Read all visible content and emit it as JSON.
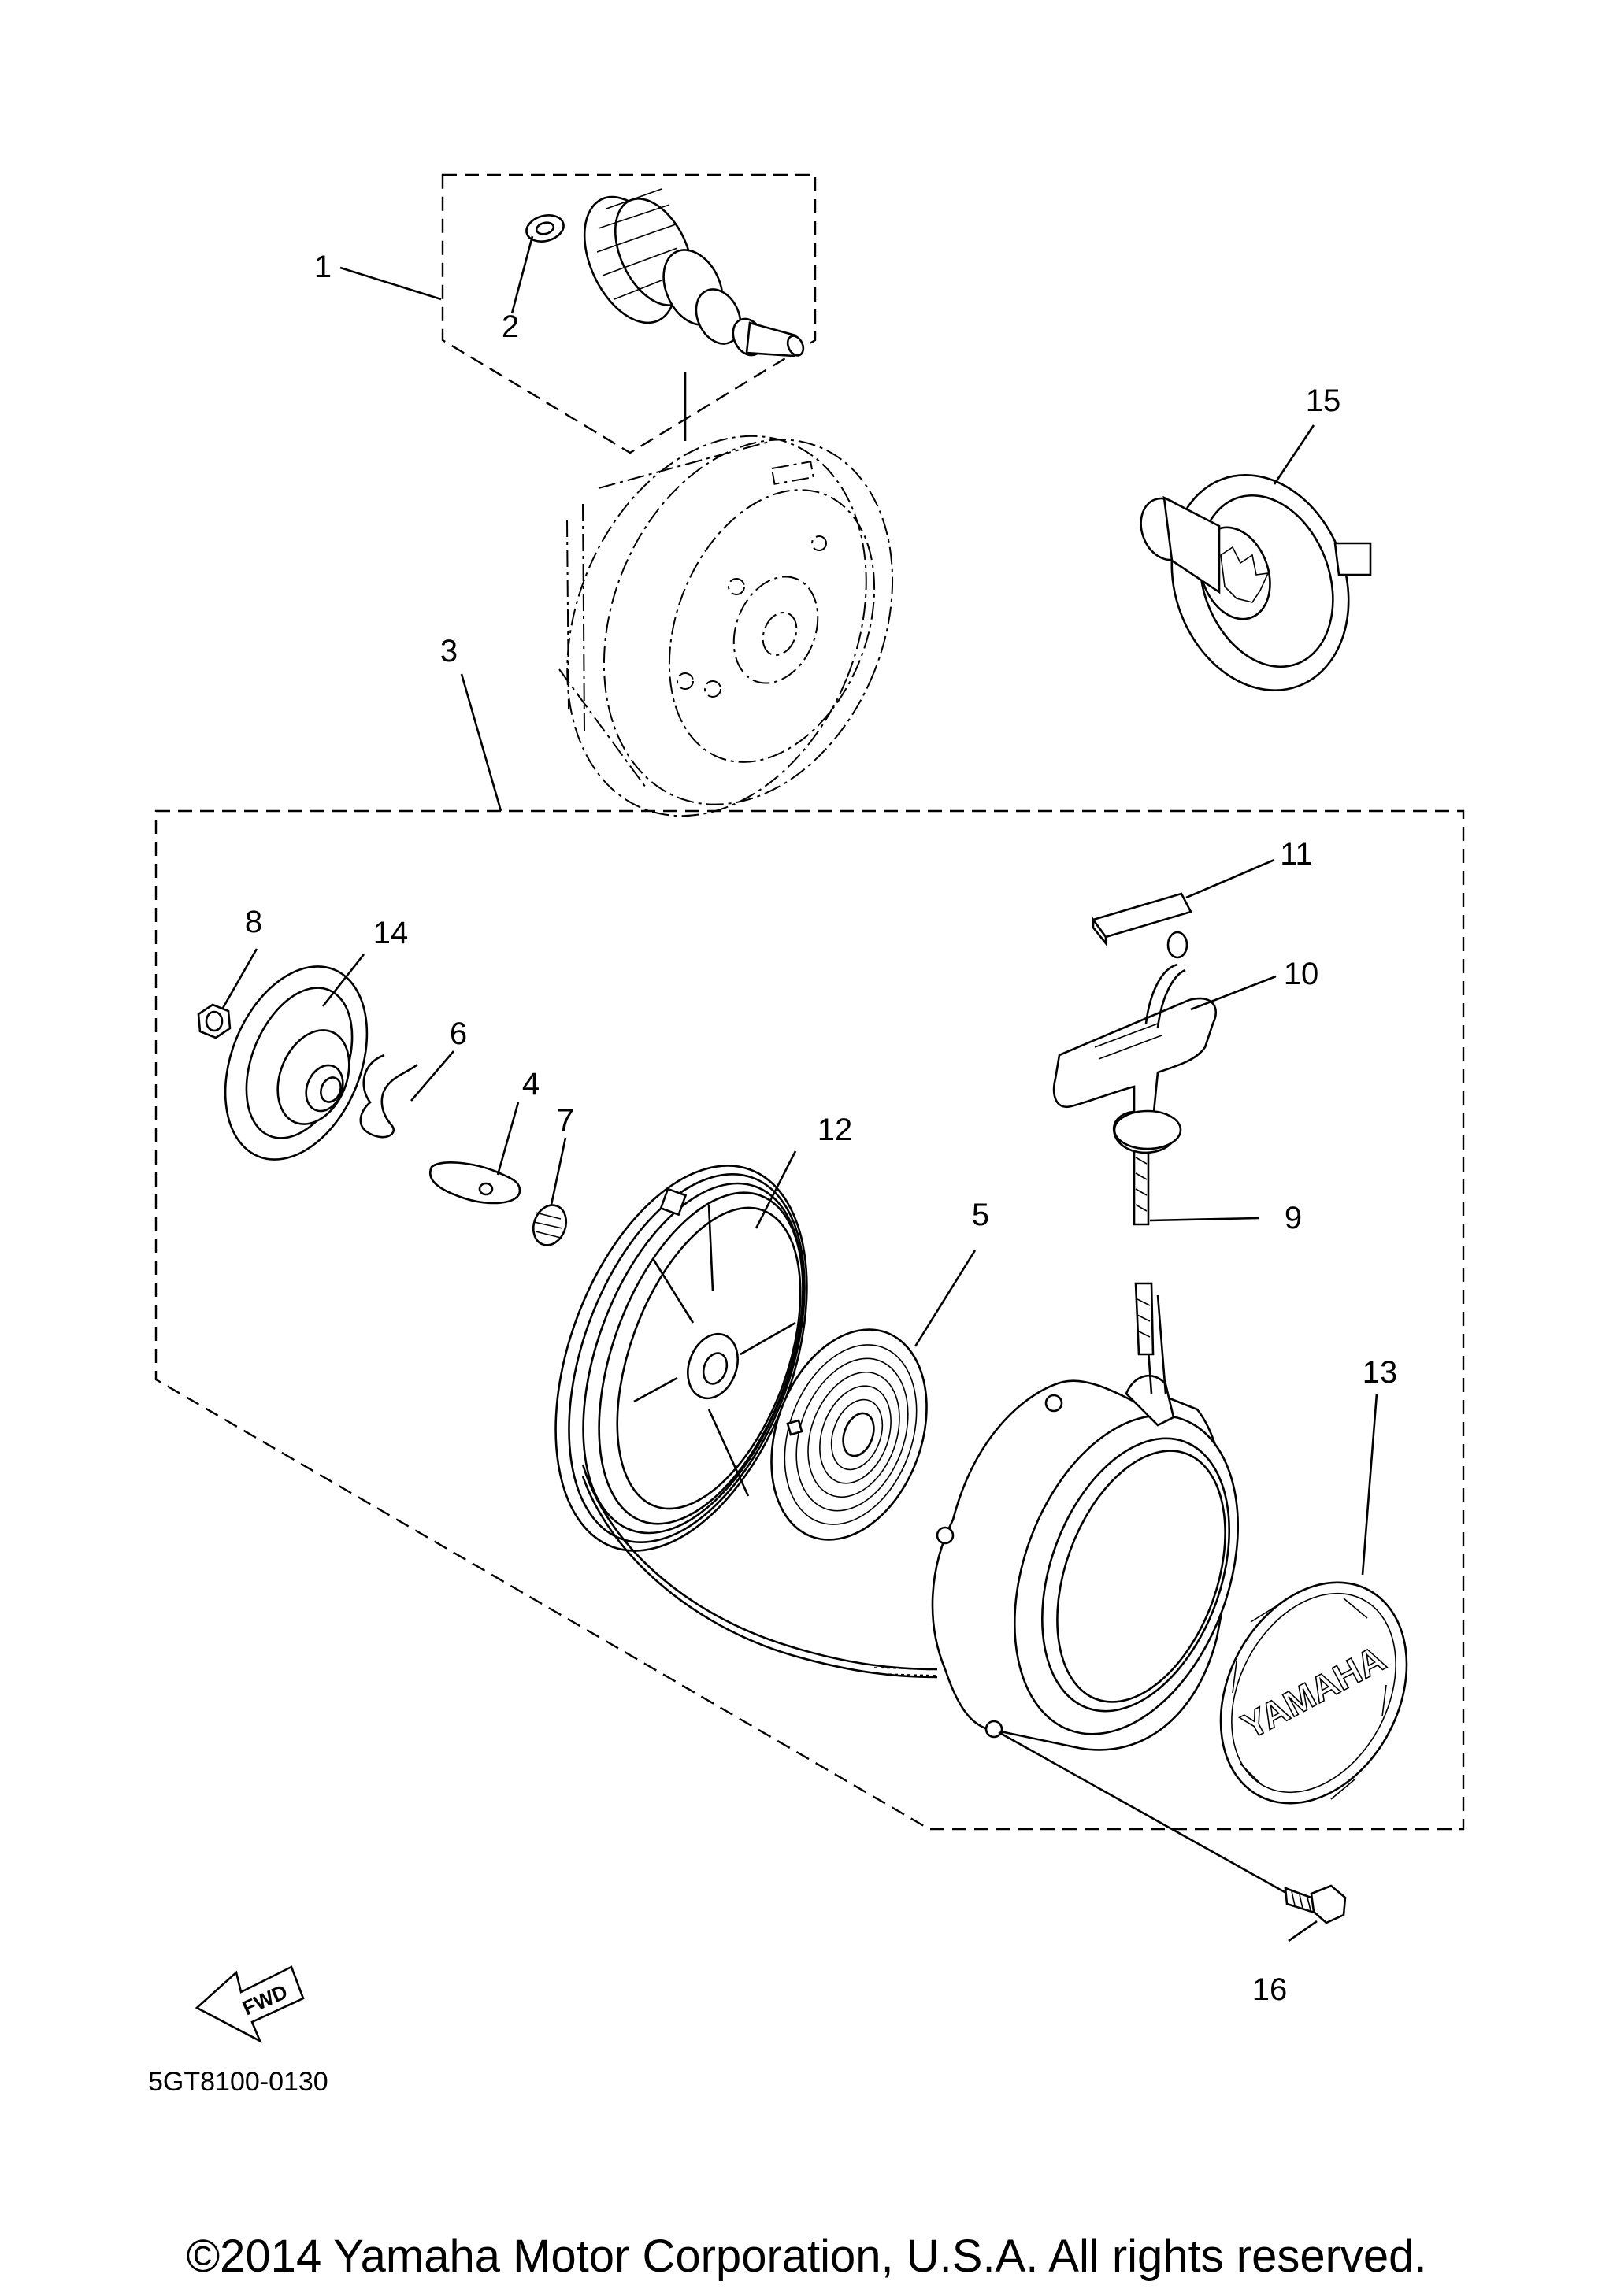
{
  "labels": {
    "p1": "1",
    "p2": "2",
    "p3": "3",
    "p4": "4",
    "p5": "5",
    "p6": "6",
    "p7": "7",
    "p8": "8",
    "p9": "9",
    "p10": "10",
    "p11": "11",
    "p12": "12",
    "p13": "13",
    "p14": "14",
    "p15": "15",
    "p16": "16"
  },
  "fwd_arrow_text": "FWD",
  "emblem_text": "YAMAHA",
  "diagram_code": "5GT8100-0130",
  "copyright": "©2014 Yamaha Motor Corporation, U.S.A. All rights reserved."
}
